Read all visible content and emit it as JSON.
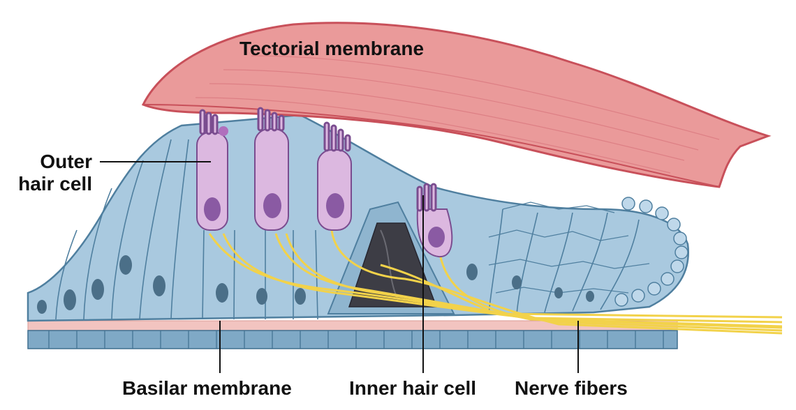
{
  "labels": {
    "tectorial": "Tectorial membrane",
    "outer_line1": "Outer",
    "outer_line2": "hair cell",
    "basilar": "Basilar membrane",
    "inner": "Inner hair cell",
    "nerve": "Nerve fibers"
  },
  "colors": {
    "tectorial_fill": "#ea9a9a",
    "tectorial_edge": "#c8505a",
    "support_cell": "#a9c9df",
    "support_outline": "#4f7f9f",
    "hair_cell": "#dcb8e0",
    "hair_nucleus": "#8a5aa3",
    "nerve": "#f2d24a",
    "basilar": "#f2c4c0",
    "cell_nucleus": "#4b6f88"
  }
}
